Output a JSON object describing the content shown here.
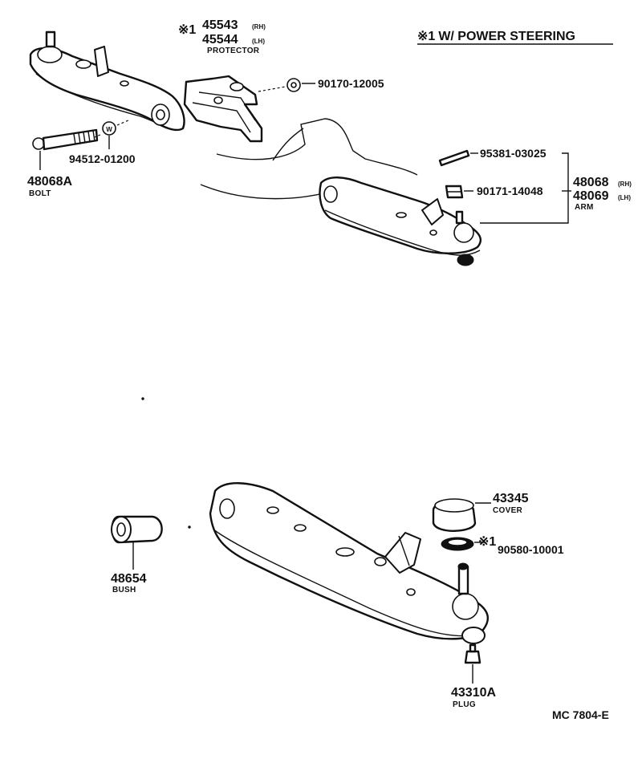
{
  "header": {
    "note_symbol": "※1",
    "note_text": "W/ POWER STEERING"
  },
  "parts": {
    "protector_rh": "45543",
    "protector_rh_side": "(RH)",
    "protector_lh": "45544",
    "protector_lh_side": "(LH)",
    "protector_mark": "※1",
    "protector_name": "PROTECTOR",
    "nut_upper": "90170-12005",
    "washer": "94512-01200",
    "bolt": "48068A",
    "bolt_name": "BOLT",
    "pin": "95381-03025",
    "nut_lower": "90171-14048",
    "arm_rh": "48068",
    "arm_rh_side": "(RH)",
    "arm_lh": "48069",
    "arm_lh_side": "(LH)",
    "arm_name": "ARM",
    "cover": "43345",
    "cover_name": "COVER",
    "bush": "48654",
    "bush_name": "BUSH",
    "ring_mark": "※1",
    "ring": "90580-10001",
    "plug": "43310A",
    "plug_name": "PLUG"
  },
  "footer": {
    "diagram_code": "MC  7804-E"
  }
}
